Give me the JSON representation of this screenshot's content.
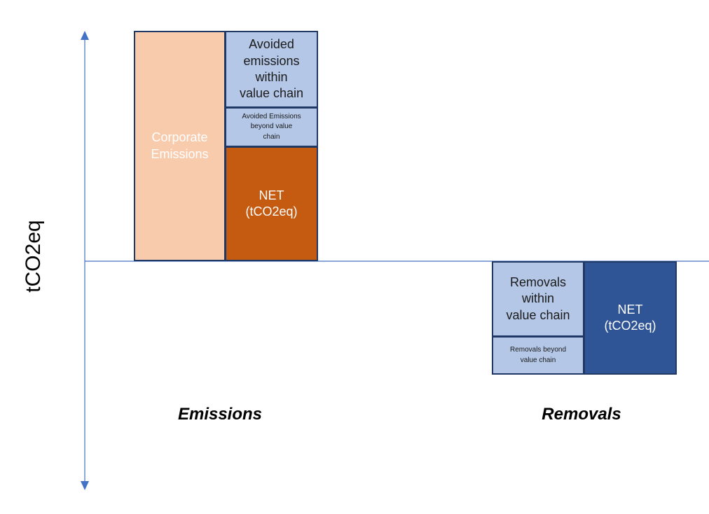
{
  "axis": {
    "y_label": "tCO2eq"
  },
  "emissions": {
    "category_label": "Emissions",
    "corporate": "Corporate\nEmissions",
    "avoided_within": "Avoided\nemissions\nwithin\nvalue chain",
    "avoided_beyond": "Avoided Emissions\nbeyond value\nchain",
    "net": "NET\n(tCO2eq)"
  },
  "removals": {
    "category_label": "Removals",
    "within": "Removals\nwithin\nvalue chain",
    "beyond": "Removals beyond\nvalue chain",
    "net": "NET\n(tCO2eq)"
  },
  "colors": {
    "corporate_fill": "#f8cbad",
    "light_blue_fill": "#b4c7e7",
    "emissions_net_fill": "#c55a11",
    "removals_net_fill": "#2f5597",
    "border": "#1f3864",
    "axis": "#4472c4"
  }
}
